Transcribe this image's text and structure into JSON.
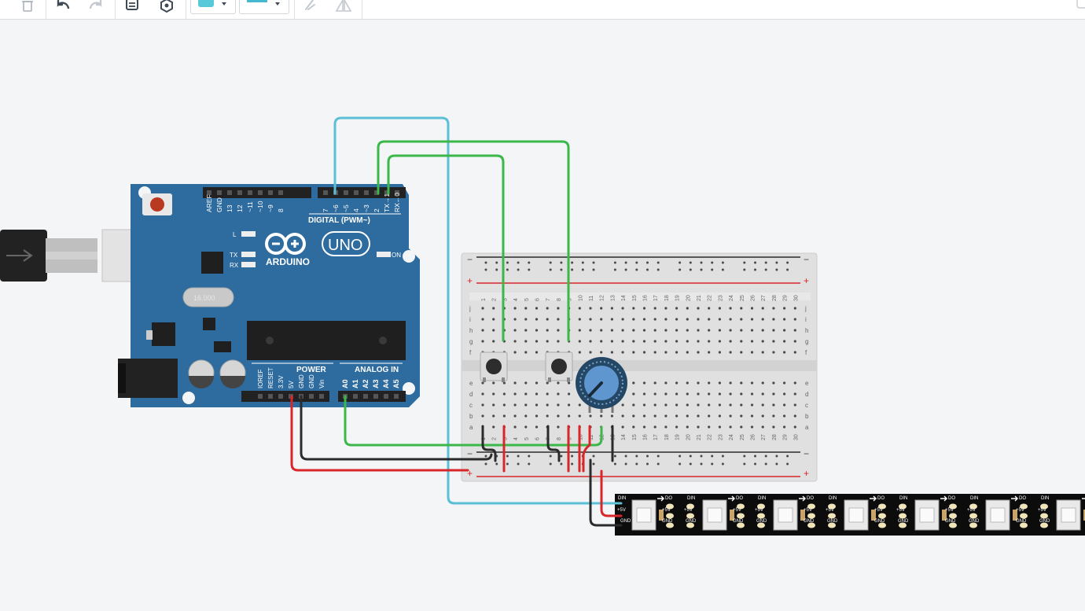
{
  "arduino": {
    "brand": "ARDUINO",
    "model": "UNO",
    "digital_header": "DIGITAL (PWM~)",
    "power_label": "POWER",
    "analog_label": "ANALOG IN",
    "on_label": "ON",
    "l_label": "L",
    "tx_label": "TX",
    "rx_label": "RX",
    "digital_pins": [
      "AREF",
      "GND",
      "13",
      "12",
      "~11",
      "~10",
      "~9",
      "8",
      "7",
      "~6",
      "~5",
      "4",
      "~3",
      "2",
      "TX→1",
      "RX←0"
    ],
    "power_pins": [
      "IOREF",
      "RESET",
      "3.3V",
      "5V",
      "GND",
      "GND",
      "Vin"
    ],
    "analog_pins": [
      "A0",
      "A1",
      "A2",
      "A3",
      "A4",
      "A5"
    ],
    "crystal_text": "16.000"
  },
  "breadboard": {
    "rows_top": [
      "j",
      "i",
      "h",
      "g",
      "f"
    ],
    "rows_bottom": [
      "e",
      "d",
      "c",
      "b",
      "a"
    ],
    "minus": "−",
    "plus": "+"
  },
  "led_strip": {
    "labels": [
      "DIN",
      "DO",
      "+5V",
      "GND"
    ]
  },
  "colors": {
    "board": "#2e6b9e",
    "wire_blue": "#5bbfd6",
    "wire_green": "#3cb84a",
    "wire_red": "#d8262a",
    "wire_black": "#2b2b2b",
    "pot_knob": "#5f96cf"
  }
}
